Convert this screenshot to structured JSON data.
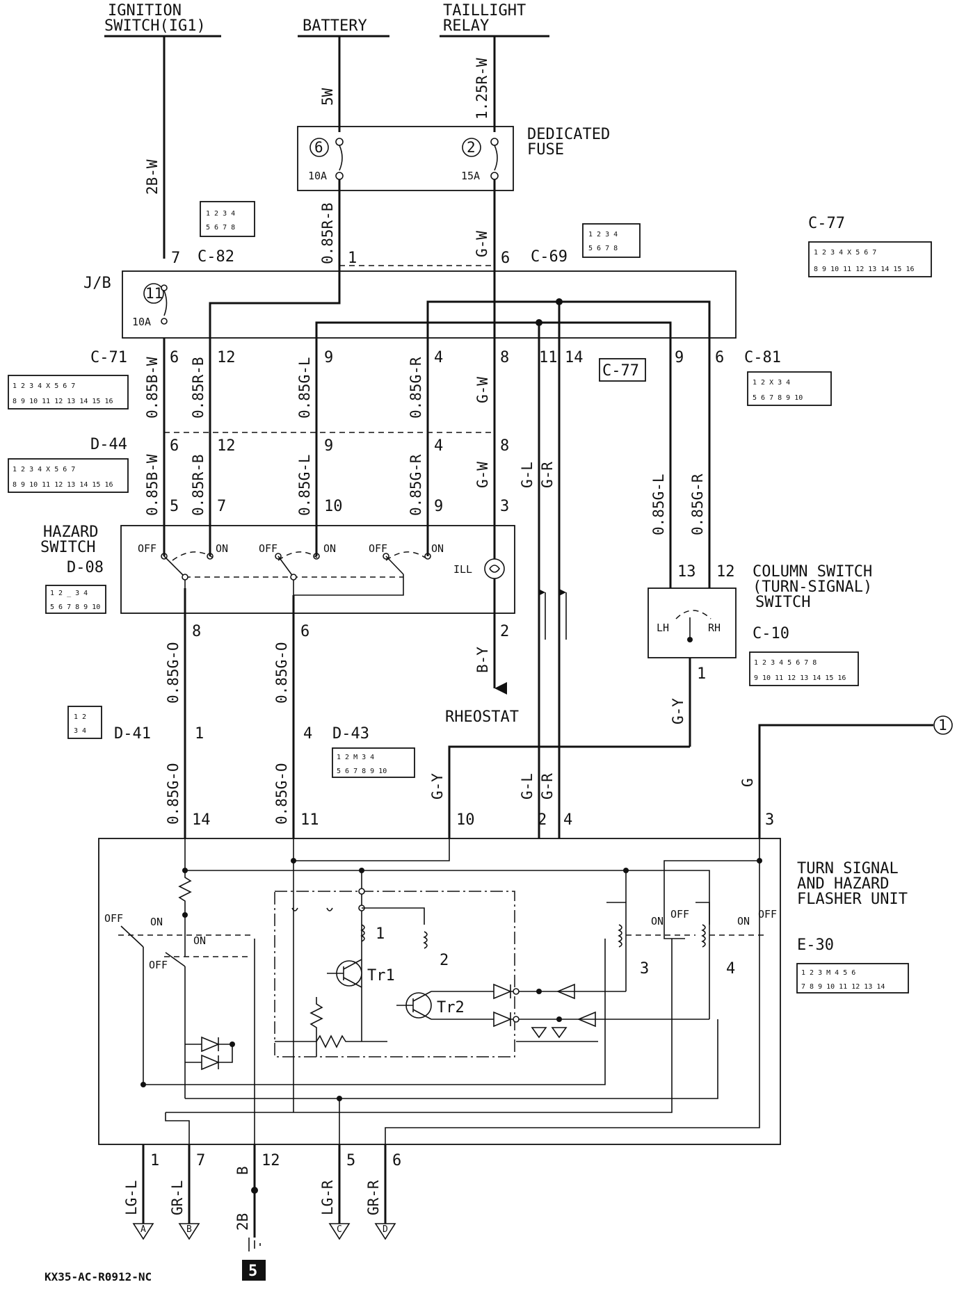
{
  "sources": {
    "ignition": [
      "IGNITION",
      "SWITCH(IG1)"
    ],
    "battery": "BATTERY",
    "taillight": [
      "TAILLIGHT",
      "RELAY"
    ]
  },
  "fuse_box": {
    "title": [
      "DEDICATED",
      "FUSE"
    ],
    "fuse_a": {
      "num": "6",
      "amp": "10A"
    },
    "fuse_b": {
      "num": "2",
      "amp": "15A"
    },
    "wire_in_a": "5W",
    "wire_in_b": "1.25R-W",
    "wire_out_a": "0.85R-B",
    "wire_out_b": "G-W"
  },
  "junction_block": {
    "label": "J/B",
    "fuse_num": "11",
    "fuse_amp": "10A",
    "ig_wire": "2B-W",
    "top_pins": {
      "c82": "7",
      "j1": "1",
      "c69": "6"
    },
    "bottom_pins": [
      "6",
      "12",
      "9",
      "4",
      "8",
      "11",
      "14",
      "9",
      "6"
    ]
  },
  "connectors": {
    "c82": "C-82",
    "c69": "C-69",
    "c77": "C-77",
    "c71": "C-71",
    "c81": "C-81",
    "d44": "D-44",
    "d08": "D-08",
    "d41": "D-41",
    "d43": "D-43",
    "c10": "C-10",
    "e30": "E-30"
  },
  "connector_cells": {
    "c4x2": [
      [
        "1",
        "2",
        "3",
        "4"
      ],
      [
        "5",
        "6",
        "7",
        "8"
      ]
    ],
    "c16": [
      [
        "1",
        "2",
        "3",
        "4",
        "X",
        "5",
        "6",
        "7"
      ],
      [
        "8",
        "9",
        "10",
        "11",
        "12",
        "13",
        "14",
        "15",
        "16"
      ]
    ],
    "c10x": [
      [
        "1",
        "2",
        "X",
        "3",
        "4"
      ],
      [
        "5",
        "6",
        "7",
        "8",
        "9",
        "10"
      ]
    ],
    "d08": [
      [
        "1",
        "2",
        "",
        "3",
        "4"
      ],
      [
        "5",
        "6",
        "7",
        "8",
        "9",
        "10"
      ]
    ],
    "d41": [
      [
        "1",
        "2"
      ],
      [
        "3",
        "4"
      ]
    ],
    "d43": [
      [
        "1",
        "2",
        "M",
        "3",
        "4"
      ],
      [
        "5",
        "6",
        "7",
        "8",
        "9",
        "10"
      ]
    ],
    "c10": [
      [
        "1",
        "2",
        "3",
        "4",
        "5",
        "6",
        "7",
        "8"
      ],
      [
        "9",
        "10",
        "11",
        "12",
        "13",
        "14",
        "15",
        "16"
      ]
    ],
    "e30": [
      [
        "1",
        "2",
        "3",
        "M",
        "4",
        "5",
        "6"
      ],
      [
        "7",
        "8",
        "9",
        "10",
        "11",
        "12",
        "13",
        "14"
      ]
    ]
  },
  "harness_wires": [
    "0.85B-W",
    "0.85R-B",
    "0.85G-L",
    "0.85G-R",
    "G-W"
  ],
  "d44_pins": [
    "6",
    "12",
    "9",
    "4",
    "8"
  ],
  "switch_pins": [
    "5",
    "7",
    "10",
    "9",
    "3"
  ],
  "side_wires": {
    "gl": "G-L",
    "gr": "G-R",
    "col_gl": "0.85G-L",
    "col_gr": "0.85G-R"
  },
  "hazard_switch": {
    "title": [
      "HAZARD",
      "SWITCH"
    ],
    "off": "OFF",
    "on": "ON",
    "ill": "ILL",
    "out_pins": [
      "8",
      "6",
      "2"
    ],
    "out_wires": [
      "0.85G-O",
      "0.85G-O",
      "B-Y"
    ]
  },
  "rheostat": "RHEOSTAT",
  "column_switch": {
    "title": [
      "COLUMN SWITCH",
      "(TURN-SIGNAL)",
      "SWITCH"
    ],
    "pins": [
      "13",
      "12",
      "1"
    ],
    "lh": "LH",
    "rh": "RH",
    "out_wire": "G-Y"
  },
  "d41_pins": [
    "1",
    "4"
  ],
  "flasher_unit": {
    "title": [
      "TURN SIGNAL",
      "AND HAZARD",
      "FLASHER UNIT"
    ],
    "top_pins": [
      "14",
      "11",
      "10",
      "2",
      "4",
      "3"
    ],
    "top_wires": [
      "0.85G-O",
      "0.85G-O",
      "G-Y",
      "G-L",
      "G-R",
      "G"
    ],
    "on": "ON",
    "off": "OFF",
    "coil_labels": [
      "1",
      "2",
      "3",
      "4"
    ],
    "tr1": "Tr1",
    "tr2": "Tr2",
    "bottom_pins": [
      "1",
      "7",
      "12",
      "5",
      "6"
    ],
    "bottom_wires": [
      "LG-L",
      "GR-L",
      "B",
      "LG-R",
      "GR-R"
    ],
    "ground_wire": "2B",
    "terminals": [
      "A",
      "B",
      "C",
      "D"
    ]
  },
  "page_ref": "1",
  "ground_ref": "5",
  "footer_code": "KX35-AC-R0912-NC"
}
